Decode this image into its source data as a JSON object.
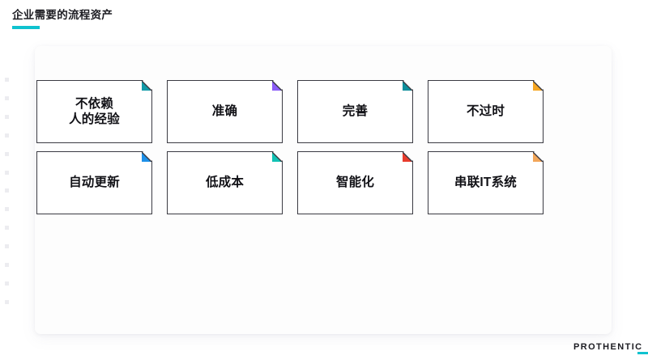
{
  "slide": {
    "title": "企业需要的流程资产",
    "accent_color": "#0FC2CF"
  },
  "cards": [
    {
      "label": "不依赖\n人的经验",
      "fold_color": "#129AA8",
      "fold_name": "folded-corner-teal"
    },
    {
      "label": "准确",
      "fold_color": "#8B5CF6",
      "fold_name": "folded-corner-purple"
    },
    {
      "label": "完善",
      "fold_color": "#0E8E9B",
      "fold_name": "folded-corner-teal"
    },
    {
      "label": "不过时",
      "fold_color": "#F5A623",
      "fold_name": "folded-corner-orange"
    },
    {
      "label": "自动更新",
      "fold_color": "#1E90E8",
      "fold_name": "folded-corner-blue"
    },
    {
      "label": "低成本",
      "fold_color": "#12C2B4",
      "fold_name": "folded-corner-turquoise"
    },
    {
      "label": "智能化",
      "fold_color": "#E83C2D",
      "fold_name": "folded-corner-red"
    },
    {
      "label": "串联IT系统",
      "fold_color": "#F2A65A",
      "fold_name": "folded-corner-peach"
    }
  ],
  "brand": {
    "name": "PROTHENTIC",
    "accent_color": "#0FC2CF"
  }
}
